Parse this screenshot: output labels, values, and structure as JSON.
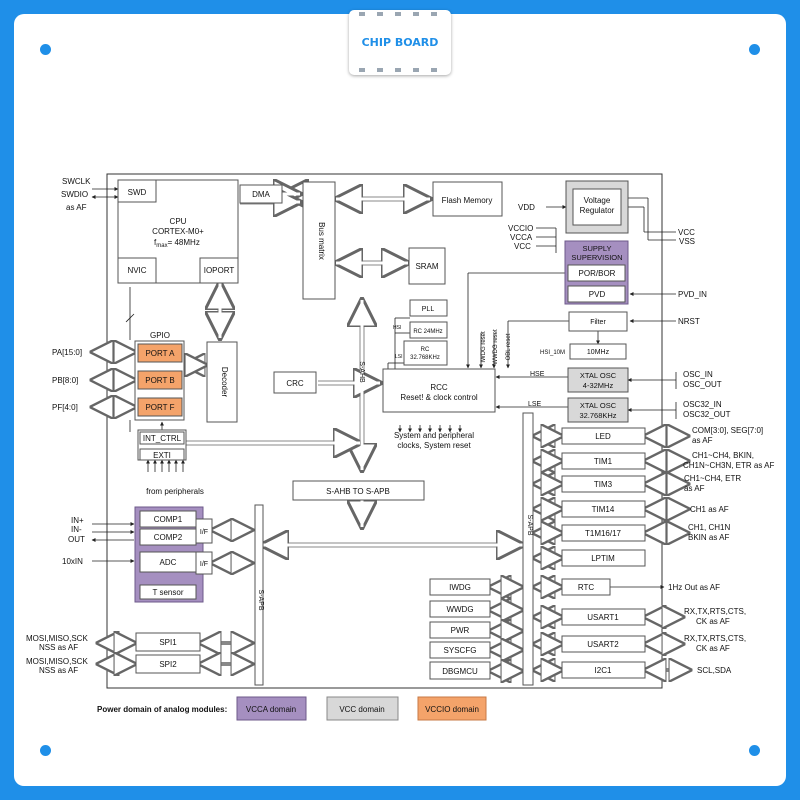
{
  "brand": {
    "name": "CHIP BOARD"
  },
  "colors": {
    "frame": "#1f8fe8",
    "vcca": "#a58fc0",
    "vcc": "#d8d8d8",
    "vccio": "#f4a36a",
    "vcca_border": "#6d5a8a"
  },
  "core": {
    "swd": "SWD",
    "cpu": "CPU",
    "cpu_core": "CORTEX-M0+",
    "fmax": "f",
    "fmax_sub": "max",
    "fmax_val": "= 48MHz",
    "nvic": "NVIC",
    "ioport": "IOPORT",
    "dma": "DMA",
    "bus_matrix": "Bus matrix",
    "flash": "Flash Memory",
    "sram": "SRAM",
    "decoder": "Decoder",
    "crc": "CRC",
    "pll": "PLL",
    "hsi": "HSI",
    "rc24": "RC 24MHz",
    "lsi": "LSI",
    "rc32a": "RC",
    "rc32b": "32.768KHz",
    "s_ahb": "S-AHB",
    "s_ahb_to_apb": "S-AHB TO S-APB",
    "s_apb": "S-APB"
  },
  "rcc": {
    "title": "RCC",
    "subtitle": "Reset! & clock control",
    "out1": "System and peripheral",
    "out2": "clocks, System reset",
    "iwdg_reset": "IWDG reset",
    "wwdg_reset": "WWDG reset",
    "obl_reset": "OBL reset",
    "hse": "HSE",
    "lse": "LSE"
  },
  "power": {
    "vreg1": "Voltage",
    "vreg2": "Regulator",
    "vdd": "VDD",
    "vccio": "VCCIO",
    "vcca": "VCCA",
    "vcc": "VCC",
    "vcc_out": "VCC",
    "vss_out": "VSS",
    "supply1": "SUPPLY",
    "supply2": "SUPERVISION",
    "por": "POR/BOR",
    "pvd": "PVD",
    "pvd_in": "PVD_IN",
    "filter": "Filter",
    "nrst": "NRST",
    "mhz10": "10MHz",
    "hsi10": "HSI_10M",
    "xtal_hse1": "XTAL OSC",
    "xtal_hse2": "4-32MHz",
    "xtal_lse1": "XTAL OSC",
    "xtal_lse2": "32.768KHz",
    "osc_in": "OSC_IN",
    "osc_out": "OSC_OUT",
    "osc32_in": "OSC32_IN",
    "osc32_out": "OSC32_OUT"
  },
  "gpio": {
    "title": "GPIO",
    "port_a": "PORT A",
    "port_b": "PORT B",
    "port_f": "PORT F",
    "pa": "PA[15:0]",
    "pb": "PB[8:0]",
    "pf": "PF[4:0]",
    "int_ctrl": "INT_CTRL",
    "exti": "EXTI",
    "from_periph": "from peripherals"
  },
  "debug": {
    "swclk": "SWCLK",
    "swdio": "SWDIO",
    "as_af": "as AF"
  },
  "analog": {
    "comp1": "COMP1",
    "comp2": "COMP2",
    "if": "I/F",
    "adc": "ADC",
    "tsensor": "T sensor",
    "in_plus": "IN+",
    "in_minus": "IN-",
    "out": "OUT",
    "x10in": "10xIN"
  },
  "spi": {
    "spi1": "SPI1",
    "spi2": "SPI2",
    "sig1a": "MOSI,MISO,SCK",
    "sig1b": "NSS as AF",
    "sig2a": "MOSI,MISO,SCK",
    "sig2b": "NSS as AF"
  },
  "apb_left": {
    "iwdg": "IWDG",
    "wwdg": "WWDG",
    "pwr": "PWR",
    "syscfg": "SYSCFG",
    "dbgmcu": "DBGMCU"
  },
  "apb_right": {
    "led": "LED",
    "tim1": "TIM1",
    "tim3": "TIM3",
    "tim14": "TIM14",
    "tim1617": "T1M16/17",
    "lptim": "LPTIM",
    "rtc": "RTC",
    "usart1": "USART1",
    "usart2": "USART2",
    "i2c1": "I2C1"
  },
  "signals": {
    "led1": "COM[3:0], SEG[7:0]",
    "led2": "as AF",
    "tim1a": "CH1~CH4, BKIN,",
    "tim1b": "CH1N~CH3N, ETR  as AF",
    "tim3a": "CH1~CH4,  ETR",
    "tim3b": "as AF",
    "tim14": "CH1 as AF",
    "tim16a": "CH1, CH1N",
    "tim16b": "BKIN as AF",
    "rtc": "1Hz Out as AF",
    "us1a": "RX,TX,RTS,CTS,",
    "us1b": "CK as AF",
    "us2a": "RX,TX,RTS,CTS,",
    "us2b": "CK as AF",
    "i2c": "SCL,SDA"
  },
  "legend": {
    "label": "Power domain of analog modules:",
    "vcca": "VCCA domain",
    "vcc": "VCC domain",
    "vccio": "VCCIO domain"
  }
}
